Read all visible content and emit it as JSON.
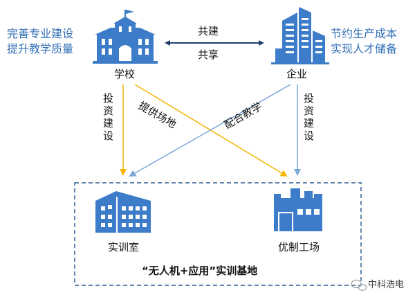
{
  "school": {
    "name": "学校",
    "goal_line1": "完善专业建设",
    "goal_line2": "提升教学质量"
  },
  "enterprise": {
    "name": "企业",
    "goal_line1": "节约生产成本",
    "goal_line2": "实现人才储备"
  },
  "relation": {
    "top": "共建",
    "bottom": "共享"
  },
  "flows": {
    "school_invest": "投资建设",
    "enterprise_invest": "投资建设",
    "provide_site": "提供场地",
    "cooperative_teaching": "配合教学"
  },
  "base": {
    "lab": "实训室",
    "factory": "优制工场",
    "title": "“无人机+应用”实训基地"
  },
  "watermark": "中科浩电",
  "colors": {
    "icon_blue": "#3d7cc9",
    "text_blue": "#2f6db5",
    "arrow_orange": "#f5b400",
    "arrow_blue": "#7aa6d8",
    "dashed_border": "#2f5f8f"
  }
}
